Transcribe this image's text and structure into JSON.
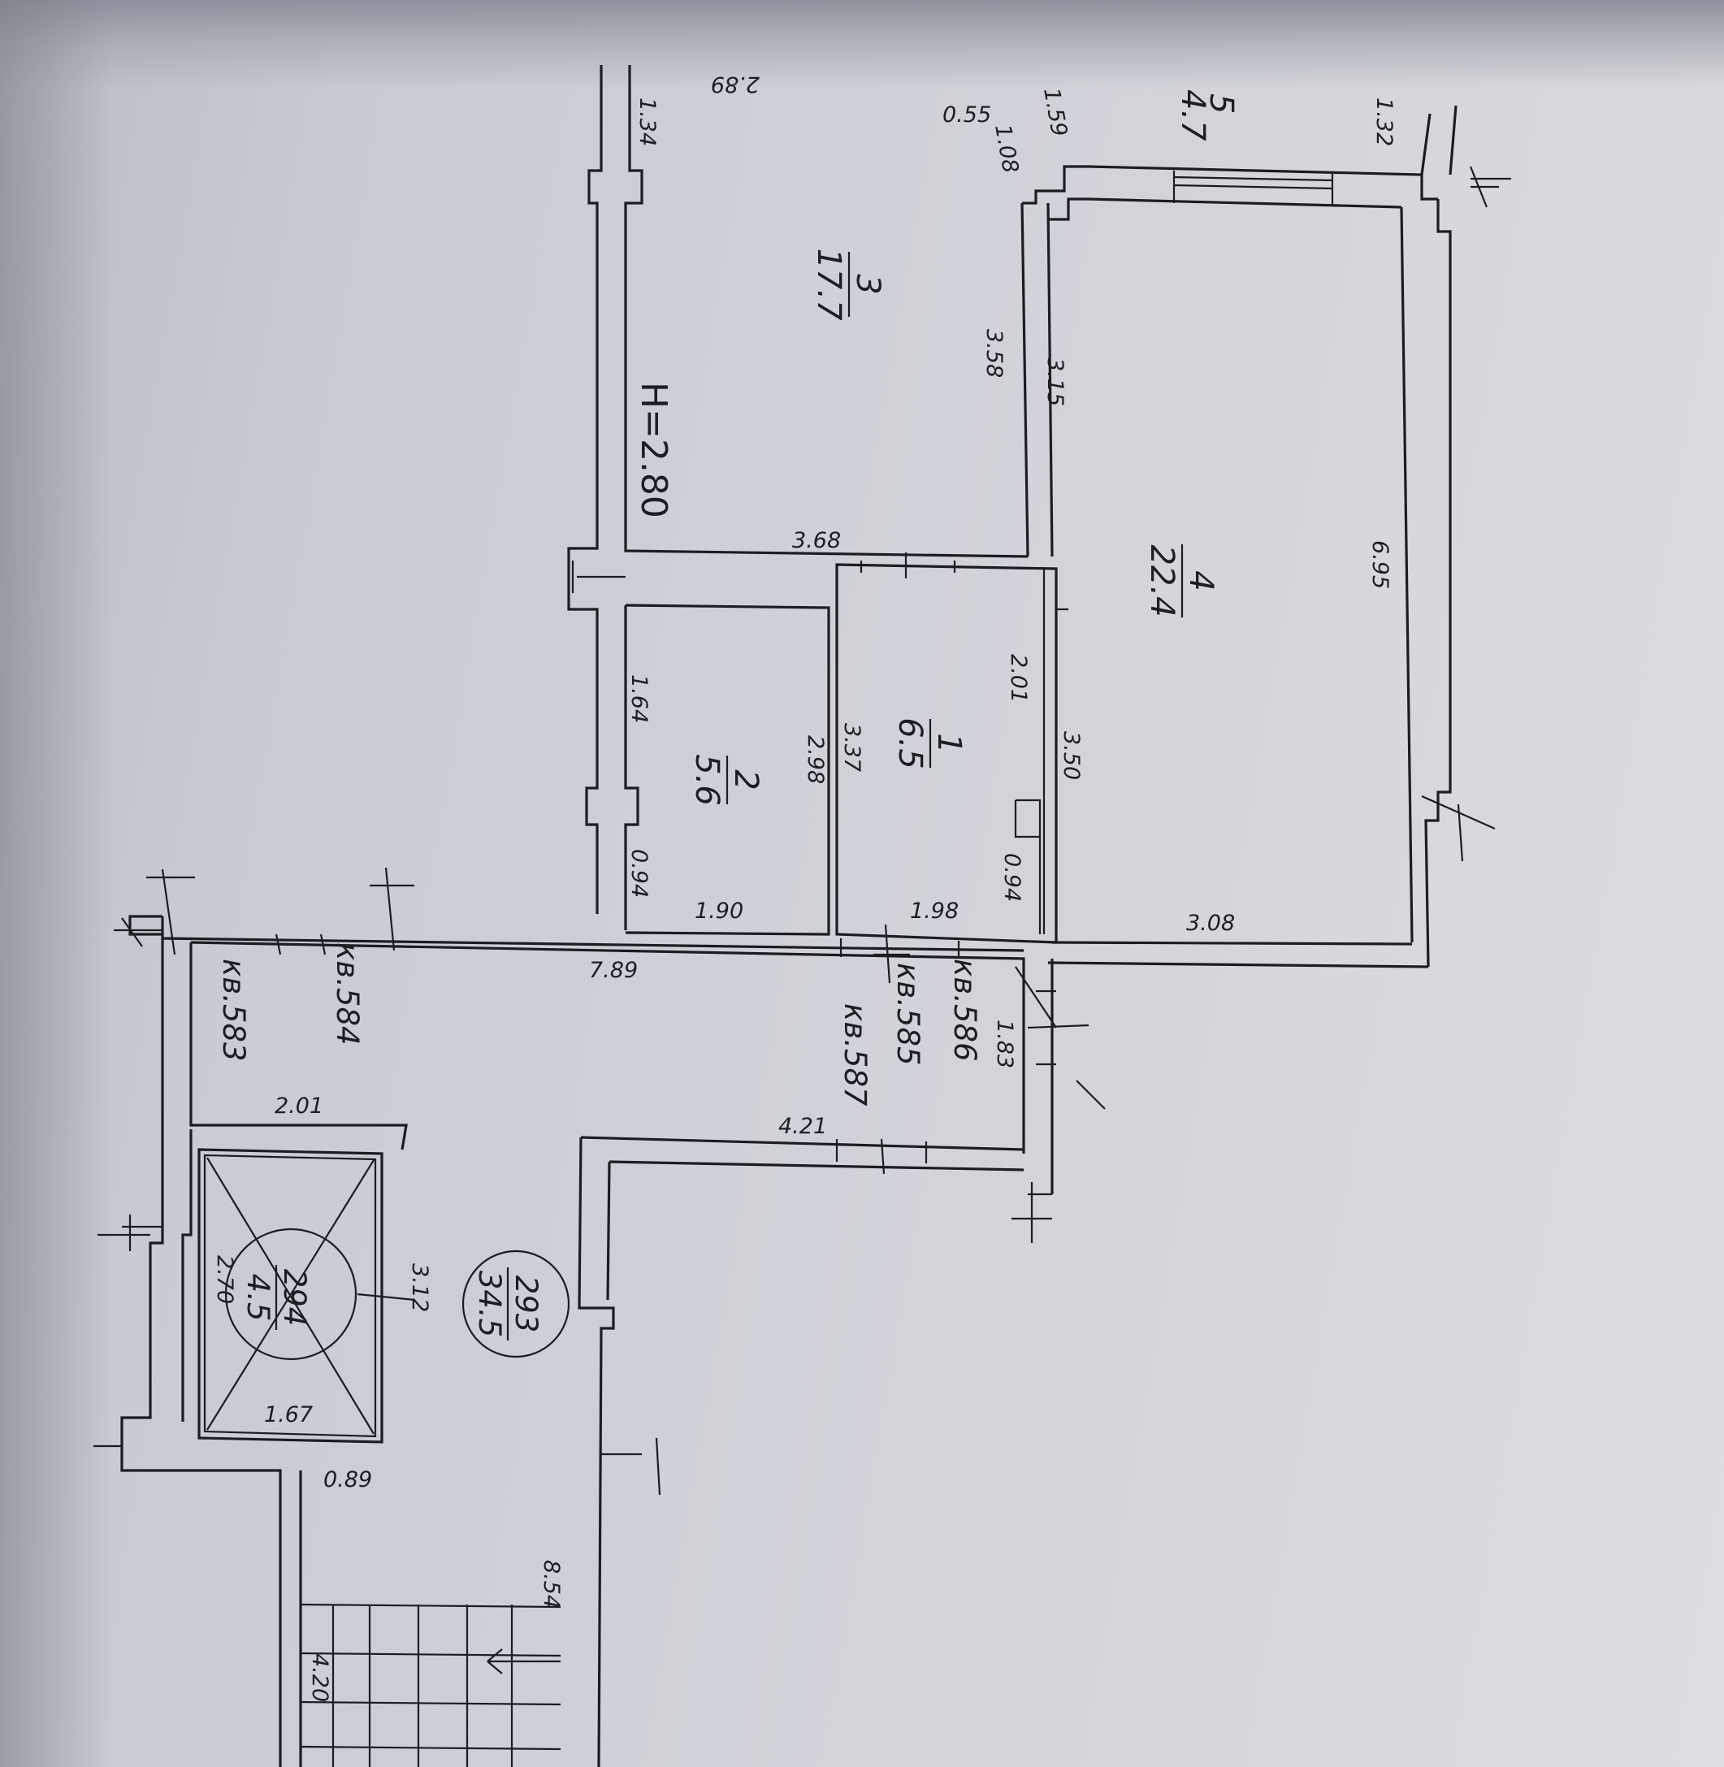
{
  "plan": {
    "ceiling_height": "H=2.80",
    "rooms": [
      {
        "number": "1",
        "area": "6.5"
      },
      {
        "number": "2",
        "area": "5.6"
      },
      {
        "number": "3",
        "area": "17.7"
      },
      {
        "number": "4",
        "area": "22.4"
      }
    ],
    "elevator": {
      "number": "294",
      "area": "4.5"
    },
    "stair_hall": {
      "number": "293",
      "area": "34.5"
    },
    "apartments": [
      "кв.584",
      "кв.583",
      "кв.586",
      "кв.585",
      "кв.587"
    ],
    "dimensions": {
      "d289": "2.89",
      "d134": "1.34",
      "d055": "0.55",
      "d159": "1.59",
      "d108": "1.08",
      "d132": "1.32",
      "d358": "3.58",
      "d315": "3.15",
      "d368": "3.68",
      "d695": "6.95",
      "d201a": "2.01",
      "d350": "3.50",
      "d164": "1.64",
      "d298": "2.98",
      "d337": "3.37",
      "d094a": "0.94",
      "d094b": "0.94",
      "d190": "1.90",
      "d198": "1.98",
      "d308": "3.08",
      "d789": "7.89",
      "d183": "1.83",
      "d421": "4.21",
      "d201b": "2.01",
      "d312": "3.12",
      "d270": "2.70",
      "d167": "1.67",
      "d089": "0.89",
      "d854": "8.54",
      "d420": "4.20"
    },
    "partial_labels": {
      "room5_number": "5",
      "room5_area": "4.7"
    }
  }
}
